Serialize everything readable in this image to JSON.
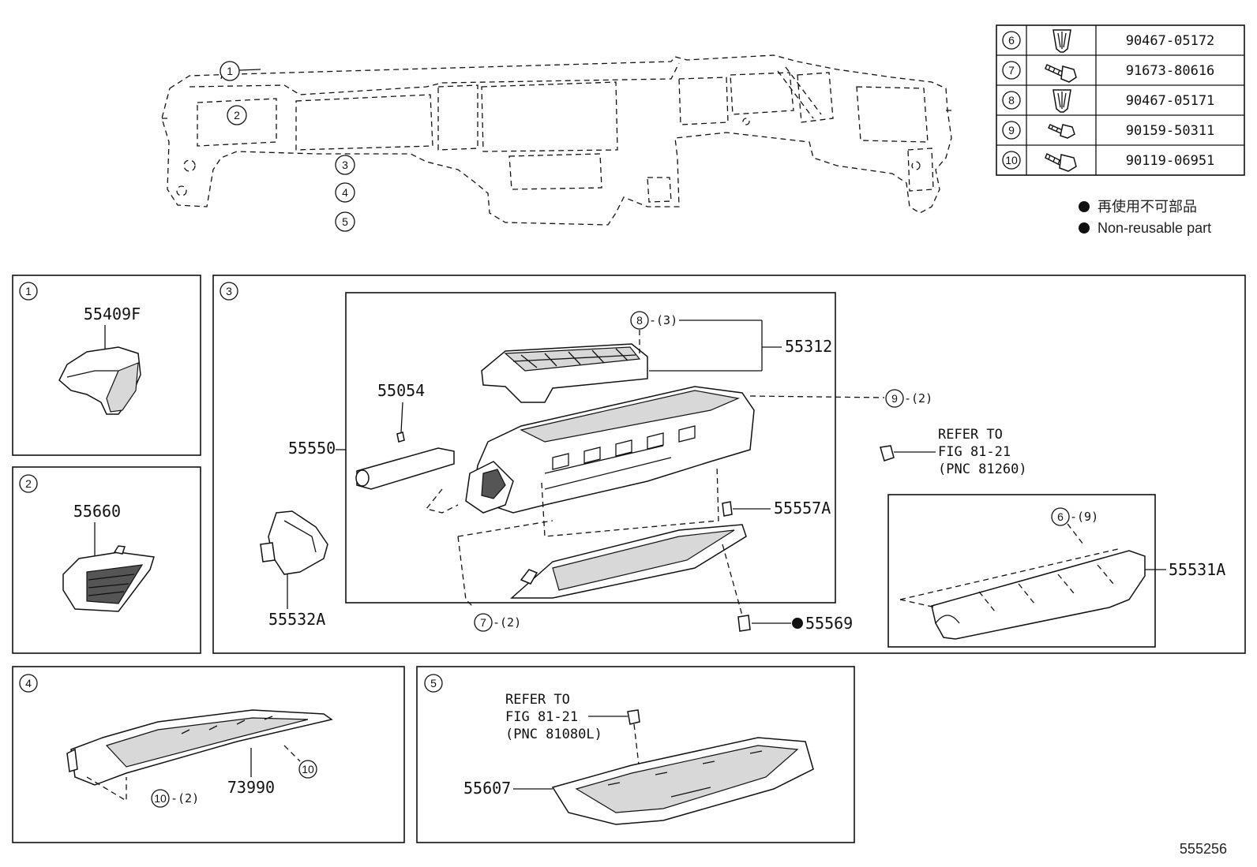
{
  "legend": {
    "jp": "再使用不可部品",
    "en": "Non-reusable part"
  },
  "fastener_table": [
    {
      "ref": "6",
      "part": "90467-05172"
    },
    {
      "ref": "7",
      "part": "91673-80616"
    },
    {
      "ref": "8",
      "part": "90467-05171"
    },
    {
      "ref": "9",
      "part": "90159-50311"
    },
    {
      "ref": "10",
      "part": "90119-06951"
    }
  ],
  "overview_callouts": [
    "1",
    "2",
    "3",
    "4",
    "5"
  ],
  "panel1": {
    "index": "1",
    "part": "55409F"
  },
  "panel2": {
    "index": "2",
    "part": "55660"
  },
  "panel3": {
    "index": "3",
    "parts": {
      "p55312": "55312",
      "p55054": "55054",
      "p55550": "55550",
      "p55557A": "55557A",
      "p55532A": "55532A",
      "p55569": "55569",
      "p55531A": "55531A"
    },
    "callouts": {
      "c8": "8",
      "c8_qty": "-(3)",
      "c9": "9",
      "c9_qty": "-(2)",
      "c7": "7",
      "c7_qty": "-(2)",
      "c6": "6",
      "c6_qty": "-(9)"
    },
    "refer": {
      "l1": "REFER TO",
      "l2": "FIG 81-21",
      "l3": "(PNC 81260)"
    }
  },
  "panel4": {
    "index": "4",
    "part": "73990",
    "c10a": "10",
    "c10a_qty": "-(2)",
    "c10b": "10"
  },
  "panel5": {
    "index": "5",
    "part": "55607",
    "refer": {
      "l1": "REFER TO",
      "l2": "FIG 81-21",
      "l3": "(PNC 81080L)"
    }
  },
  "diagram_id": "555256"
}
